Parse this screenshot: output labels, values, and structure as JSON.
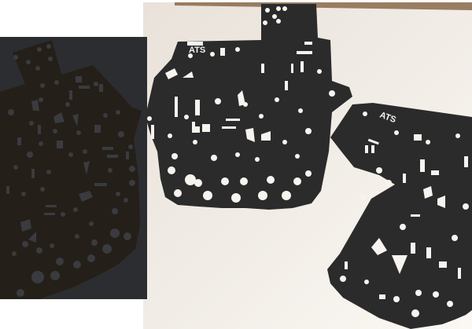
{
  "scene": {
    "description": "Photo of three black transmission valve body separator gaskets on a light surface, with a dark-toned inset photo of a similar gasket on the left",
    "colors": {
      "background_main": "#efe9e2",
      "wood_strip": "#8a6a4a",
      "gasket": "#2b2b2b",
      "hole": "#f7f4ef",
      "inset_bg": "#2c2d30",
      "inset_gasket": "#241f18",
      "inset_hole": "#3a3b3f"
    }
  },
  "main_photo": {
    "gaskets": [
      {
        "label": "ATS",
        "position": "center"
      },
      {
        "label": "ATS",
        "position": "right"
      }
    ]
  },
  "inset_photo": {
    "gasket_count": 1
  }
}
